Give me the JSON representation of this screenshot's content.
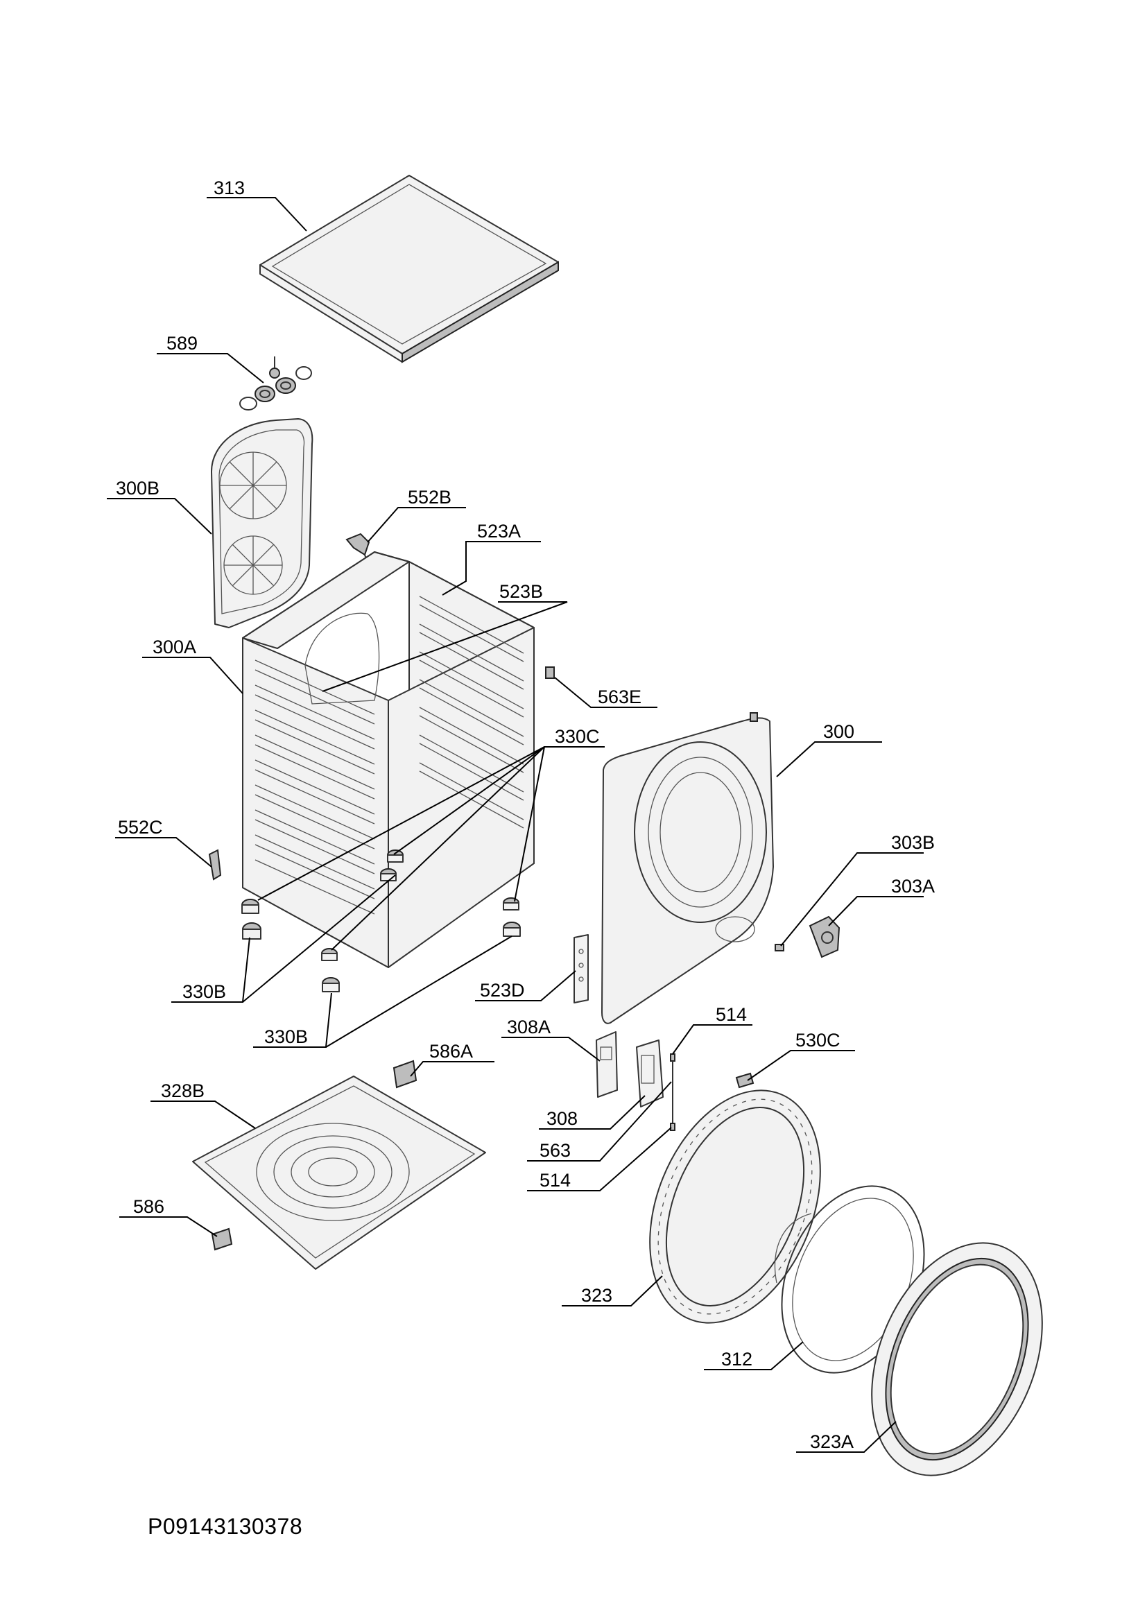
{
  "diagram": {
    "type": "exploded-parts-view",
    "document_code": "P09143130378",
    "labels": {
      "l313": "313",
      "l589": "589",
      "l300B": "300B",
      "l552B": "552B",
      "l523A": "523A",
      "l523B": "523B",
      "l300A": "300A",
      "l563E": "563E",
      "l330C": "330C",
      "l300": "300",
      "l552C": "552C",
      "l303B": "303B",
      "l303A": "303A",
      "l330B_1": "330B",
      "l523D": "523D",
      "l330B_2": "330B",
      "l514_1": "514",
      "l308A": "308A",
      "l530C": "530C",
      "l586A": "586A",
      "l328B": "328B",
      "l308": "308",
      "l563": "563",
      "l514_2": "514",
      "l586": "586",
      "l323": "323",
      "l312": "312",
      "l323A": "323A"
    }
  }
}
